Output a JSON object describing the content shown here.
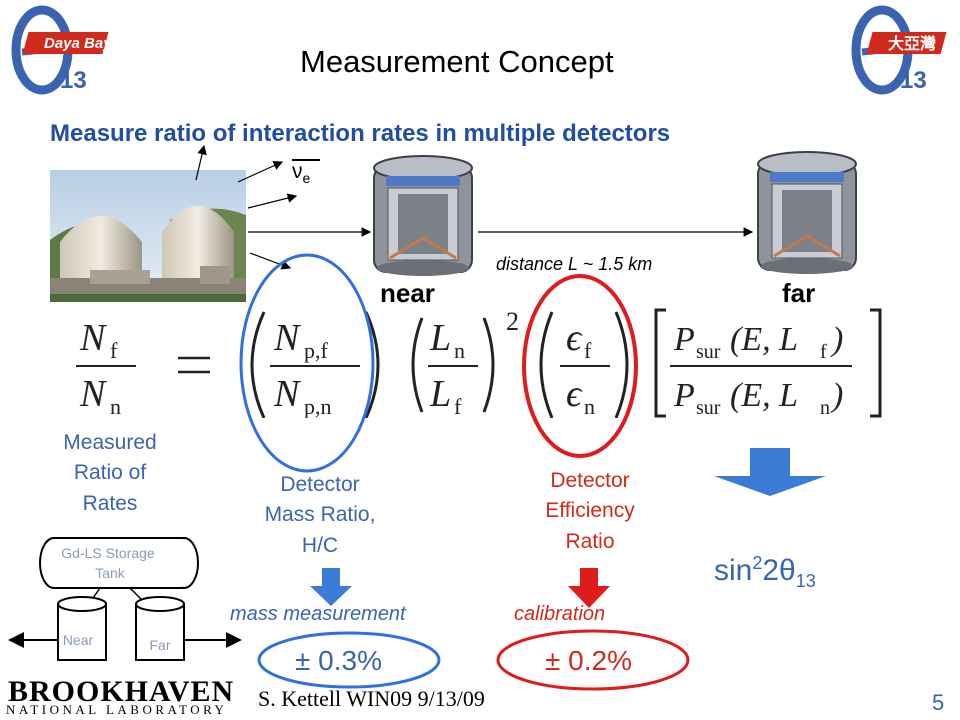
{
  "slide": {
    "title": "Measurement Concept",
    "subtitle": "Measure ratio of interaction rates in multiple detectors",
    "page_number": "5",
    "footer": "S. Kettell WIN09 9/13/09"
  },
  "logos": {
    "left": {
      "text": "Daya Bay",
      "number": "13"
    },
    "right": {
      "text": "大亞灣",
      "number": "13"
    },
    "bnl_line1": "BROOKHAVEN",
    "bnl_line2": "NATIONAL LABORATORY"
  },
  "diagram": {
    "neutrino_label": "ν",
    "neutrino_sub": "e",
    "distance": "distance L ~ 1.5 km",
    "near": "near",
    "far": "far"
  },
  "formula": {
    "lhs_num": "N",
    "lhs_num_sub": "f",
    "lhs_den": "N",
    "lhs_den_sub": "n",
    "np_num_sub": "p,f",
    "np_den_sub": "p,n",
    "l_num": "L",
    "l_num_sub": "n",
    "l_den": "L",
    "l_den_sub": "f",
    "exp": "2",
    "eps": "ϵ",
    "eps_num_sub": "f",
    "eps_den_sub": "n",
    "psur_num": "P",
    "psur_sub": "sur",
    "psur_num_args": "(E, L",
    "psur_num_argsub": "f",
    "psur_den_args": "(E, L",
    "psur_den_argsub": "n",
    "close_paren": ")"
  },
  "labels": {
    "measured": [
      "Measured",
      "Ratio of",
      "Rates"
    ],
    "mass_ratio": [
      "Detector",
      "Mass Ratio,",
      "H/C"
    ],
    "efficiency": [
      "Detector",
      "Efficiency",
      "Ratio"
    ],
    "mass_measurement": "mass measurement",
    "calibration": "calibration",
    "blue_pct": "± 0.3%",
    "red_pct": "± 0.2%",
    "sin_base": "sin",
    "sin_exp": "2",
    "sin_mid": "2θ",
    "sin_sub": "13"
  },
  "tank": {
    "title_line1": "Gd-LS Storage",
    "title_line2": "Tank",
    "near": "Near",
    "far": "Far"
  },
  "colors": {
    "blue": "#3a64b2",
    "red": "#d12a1d",
    "subtitle": "#1f4ea3",
    "arrow_blue": "#3a7bd5"
  }
}
